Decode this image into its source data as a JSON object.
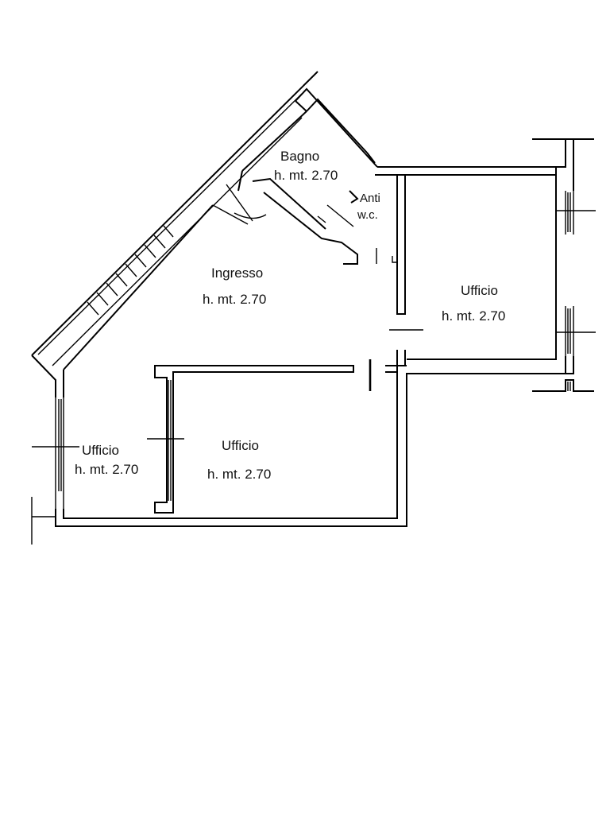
{
  "rooms": [
    {
      "name": "Bagno",
      "height": "h. mt. 2.70"
    },
    {
      "name": "Anti",
      "sub": "w.c."
    },
    {
      "name": "Ingresso",
      "height": "h. mt. 2.70"
    },
    {
      "name": "Ufficio",
      "height": "h. mt. 2.70"
    },
    {
      "name": "Ufficio",
      "height": "h. mt. 2.70"
    },
    {
      "name": "Ufficio",
      "height": "h. mt. 2.70"
    }
  ]
}
